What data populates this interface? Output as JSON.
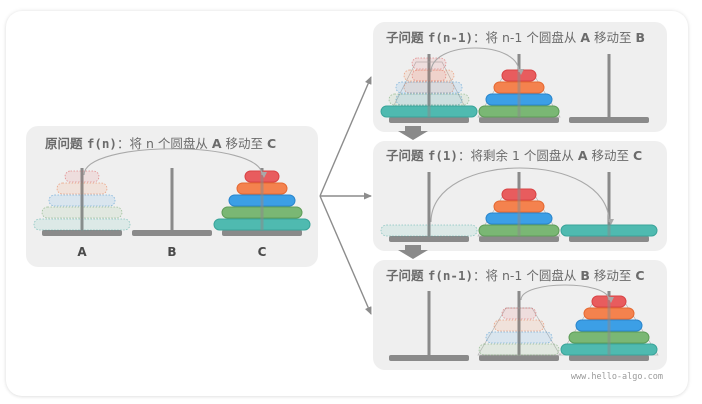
{
  "diagram": {
    "title": "Tower of Hanoi: recursive decomposition",
    "colors": {
      "panel_bg": "#efefef",
      "rod": "#8a8a8a",
      "arrow": "#8c8c8c",
      "arc": "#a9a9a9",
      "disks": [
        "#e85c5e",
        "#f4824e",
        "#3c9fe6",
        "#7ab774",
        "#4fbab0"
      ],
      "disk_strokes": [
        "#d94446",
        "#e56a33",
        "#2b86cc",
        "#5f9d59",
        "#3aa49a"
      ]
    },
    "main_panel": {
      "title_prefix": "原问题 ",
      "title_func": "f(n)",
      "title_suffix": "：将 n 个圆盘从 ",
      "title_from": "A",
      "title_mid": " 移动至 ",
      "title_to": "C",
      "rod_labels": [
        "A",
        "B",
        "C"
      ],
      "state": {
        "ghost": {
          "rod": 0,
          "disks": [
            0,
            1,
            2,
            3,
            4
          ]
        },
        "solid": {
          "rod": 2,
          "disks": [
            0,
            1,
            2,
            3,
            4
          ]
        }
      },
      "move": {
        "from": "A",
        "to": "C"
      }
    },
    "sub_panels": [
      {
        "title_prefix": "子问题 ",
        "title_func": "f(n-1)",
        "title_suffix": "：将 n-1 个圆盘从 ",
        "title_from": "A",
        "title_mid": " 移动至 ",
        "title_to": "B",
        "move": {
          "from": "A",
          "to": "B"
        }
      },
      {
        "title_prefix": "子问题 ",
        "title_func": "f(1)",
        "title_suffix": "：将剩余 1 个圆盘从 ",
        "title_from": "A",
        "title_mid": " 移动至 ",
        "title_to": "C",
        "move": {
          "from": "A",
          "to": "C"
        }
      },
      {
        "title_prefix": "子问题 ",
        "title_func": "f(n-1)",
        "title_suffix": "：将 n-1 个圆盘从 ",
        "title_from": "B",
        "title_mid": " 移动至 ",
        "title_to": "C",
        "move": {
          "from": "B",
          "to": "C"
        }
      }
    ],
    "watermark": "www.hello-algo.com"
  }
}
